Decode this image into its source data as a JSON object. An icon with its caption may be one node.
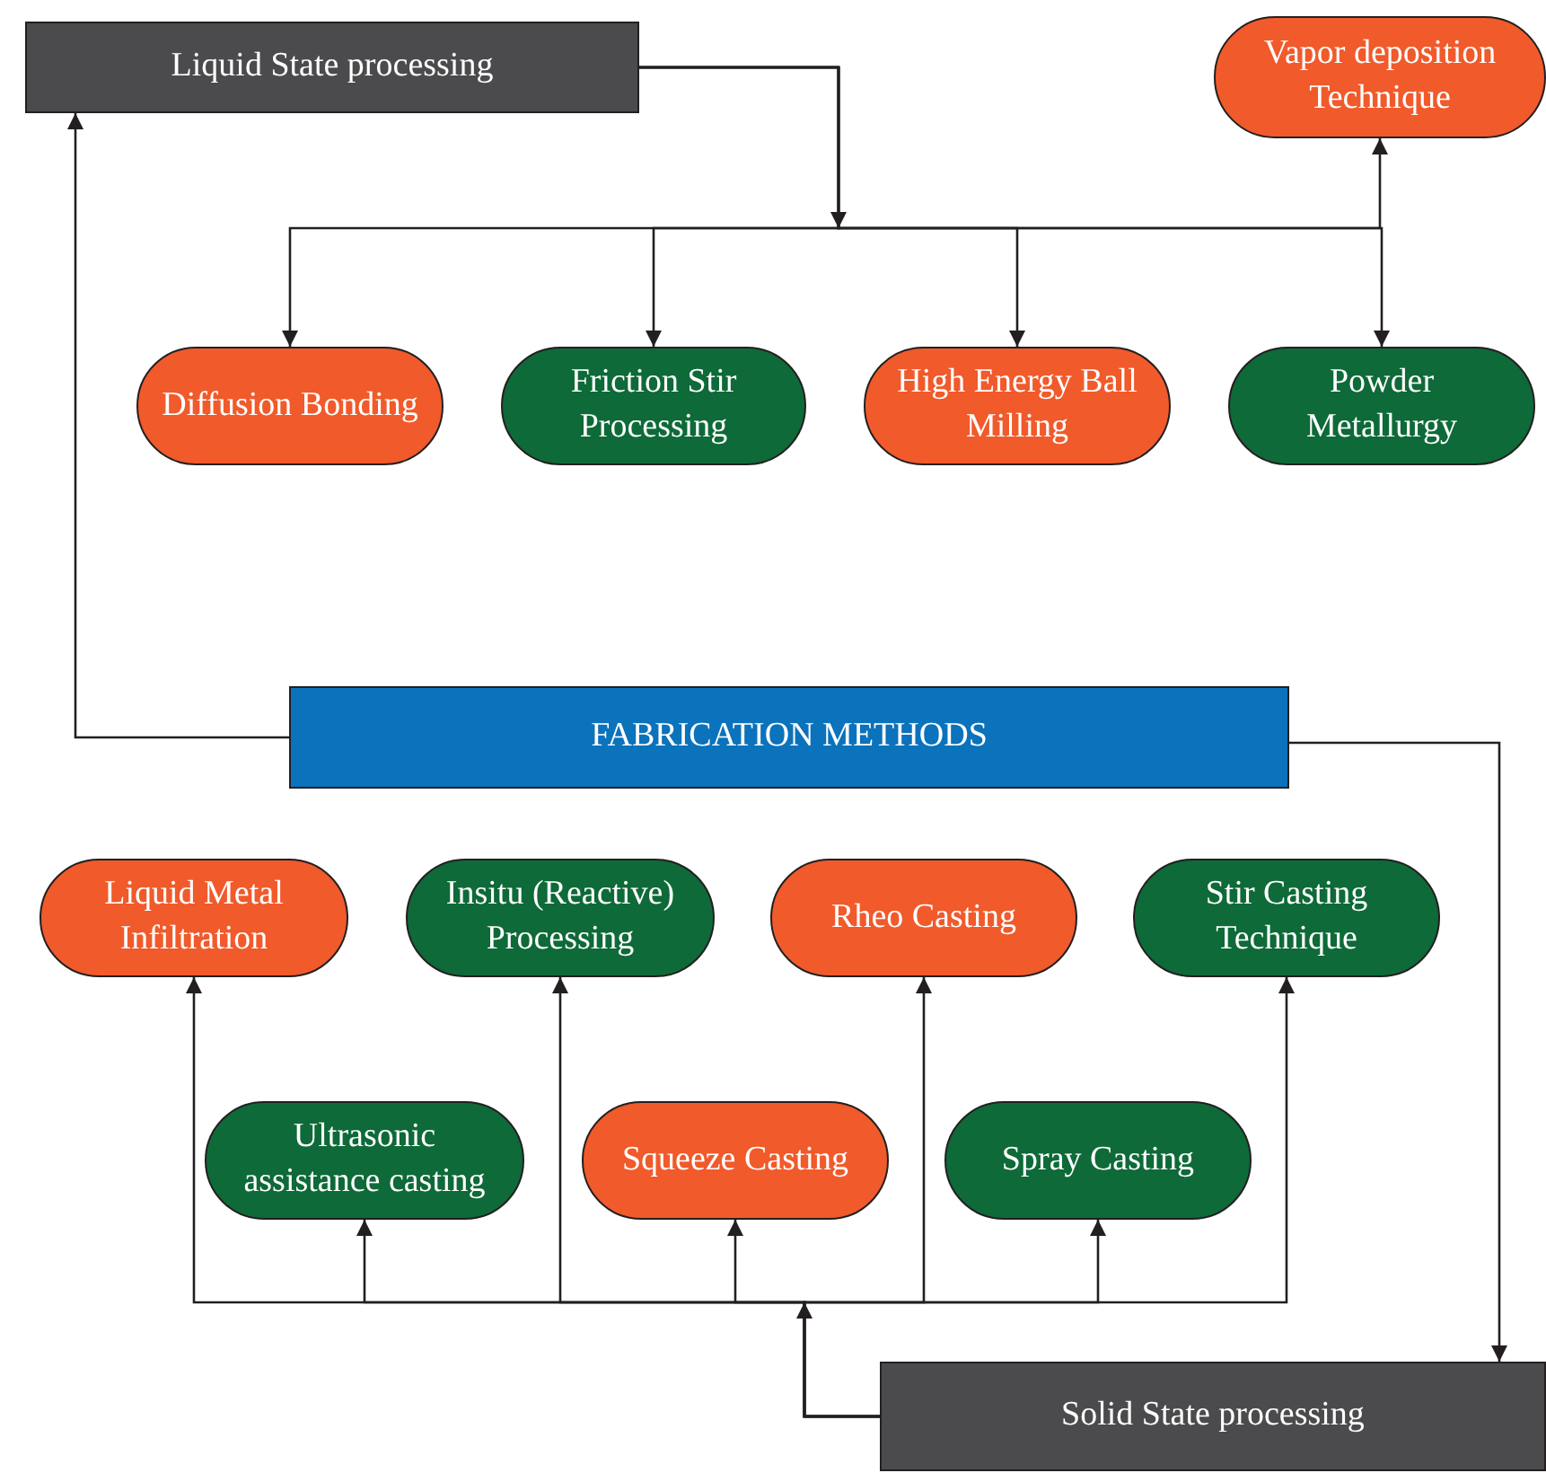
{
  "diagram": {
    "nodes": [
      {
        "text": [
          "Liquid State processing"
        ]
      },
      {
        "text": [
          "Vapor deposition Technique"
        ]
      },
      {
        "text": [
          "Diffusion Bonding"
        ]
      },
      {
        "text": [
          "Friction Stir Processing"
        ]
      },
      {
        "text": [
          "High Energy Ball Milling"
        ]
      },
      {
        "text": [
          "Powder Metallurgy"
        ]
      },
      {
        "text": [
          "FABRICATION METHODS"
        ]
      },
      {
        "text": [
          "Liquid Metal Infiltration"
        ]
      },
      {
        "text": [
          "Insitu (Reactive) Processing"
        ]
      },
      {
        "text": [
          "Rheo Casting"
        ]
      },
      {
        "text": [
          "Stir Casting Technique"
        ]
      },
      {
        "text": [
          "Ultrasonic assistance casting"
        ]
      },
      {
        "text": [
          "Squeeze Casting"
        ]
      },
      {
        "text": [
          "Spray Casting"
        ]
      },
      {
        "text": [
          "Solid State processing"
        ]
      }
    ],
    "edges": [
      {
        "from": 6,
        "to": 0,
        "arrow": "to"
      },
      {
        "from": 0,
        "to": 1,
        "arrow": "to"
      },
      {
        "from": 0,
        "to": 2,
        "arrow": "to"
      },
      {
        "from": 0,
        "to": 3,
        "arrow": "to"
      },
      {
        "from": 0,
        "to": 4,
        "arrow": "to"
      },
      {
        "from": 0,
        "to": 5,
        "arrow": "to"
      },
      {
        "from": 6,
        "to": 14,
        "arrow": "to"
      },
      {
        "from": 14,
        "to": 7,
        "arrow": "to"
      },
      {
        "from": 14,
        "to": 8,
        "arrow": "to"
      },
      {
        "from": 14,
        "to": 9,
        "arrow": "to"
      },
      {
        "from": 14,
        "to": 10,
        "arrow": "to"
      },
      {
        "from": 14,
        "to": 11,
        "arrow": "to"
      },
      {
        "from": 14,
        "to": 12,
        "arrow": "to"
      },
      {
        "from": 14,
        "to": 13,
        "arrow": "to"
      }
    ]
  }
}
